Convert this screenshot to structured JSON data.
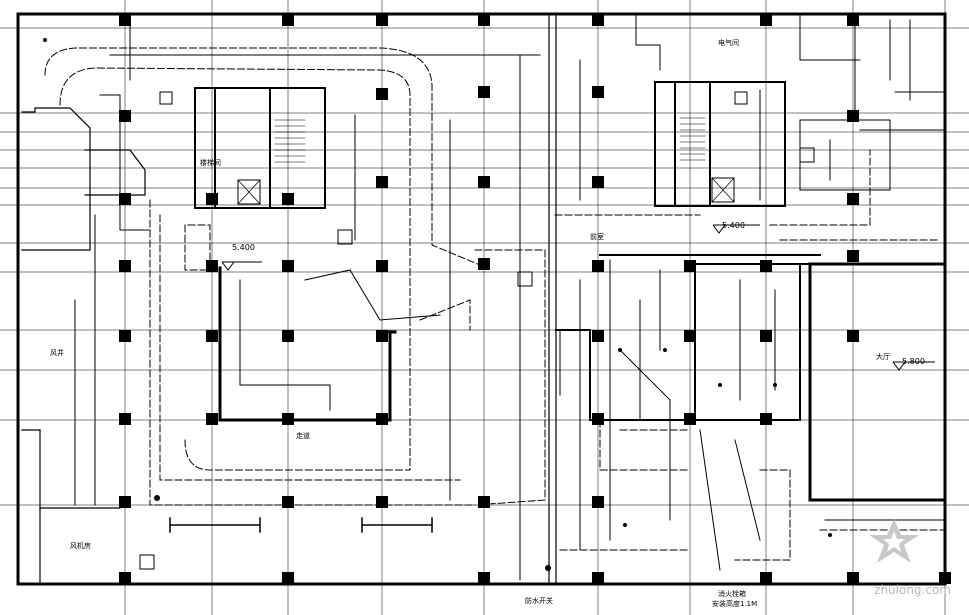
{
  "drawing": {
    "elevation_left": "5.400",
    "elevation_right": "5.400",
    "elevation_hall": "5.800",
    "bottom_label": "防水开关",
    "note_box_label": "消火栓箱",
    "note_box_sub": "安装高度1.1M",
    "room_labels": {
      "top_right": "电气间",
      "left_mid": "风井",
      "left_low": "风机房",
      "corridor": "走道",
      "hall": "大厅",
      "stair_left": "楼梯间",
      "stair_right": "前室"
    }
  },
  "watermark": {
    "text": "zhulong.com"
  },
  "colors": {
    "ink": "#000000",
    "background": "#ffffff",
    "watermark": "#b8b8b8"
  }
}
